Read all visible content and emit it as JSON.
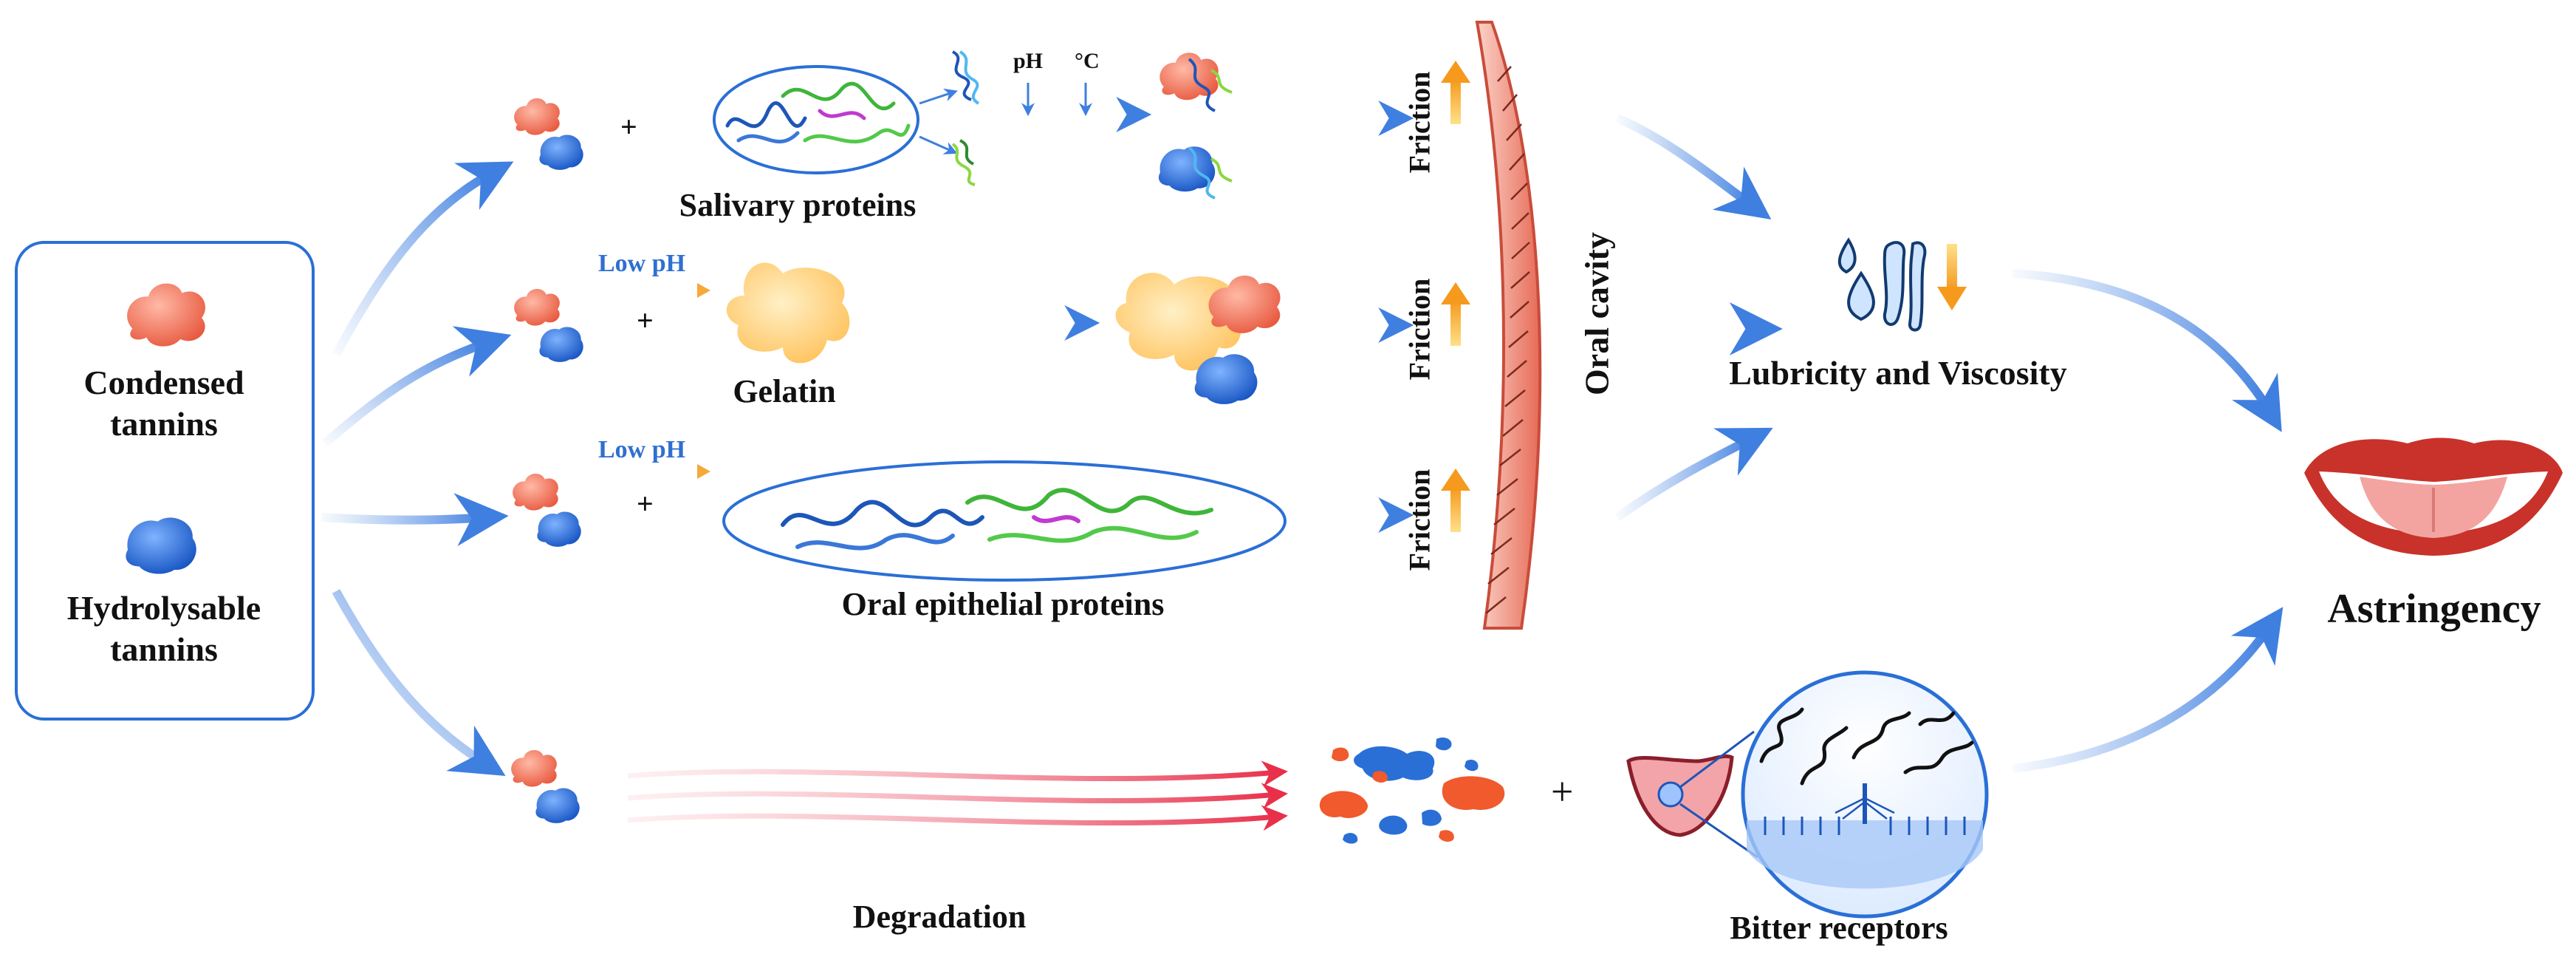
{
  "legend": {
    "condensed_line1": "Condensed",
    "condensed_line2": "tannins",
    "hydrolysable_line1": "Hydrolysable",
    "hydrolysable_line2": "tannins"
  },
  "pathways": {
    "salivary_proteins": "Salivary proteins",
    "ph": "pH",
    "temperature": "°C",
    "low_ph_1": "Low pH",
    "gelatin": "Gelatin",
    "low_ph_2": "Low pH",
    "oral_epithelial_proteins": "Oral epithelial proteins",
    "plus": "+",
    "degradation": "Degradation",
    "bitter_receptors": "Bitter receptors"
  },
  "mouth": {
    "friction": "Friction",
    "oral_cavity": "Oral cavity"
  },
  "outcomes": {
    "lubricity_viscosity": "Lubricity and Viscosity",
    "astringency": "Astringency"
  },
  "colors": {
    "condensed_tannin": "#f07a62",
    "hydrolysable_tannin": "#2a6fd6",
    "arrow_blue": "#6f9fe8",
    "degradation_red": "#e8304a",
    "friction_arrow": "#f7a531",
    "gelatin": "#ffc96b",
    "oral_wall": "#f28d7c"
  }
}
